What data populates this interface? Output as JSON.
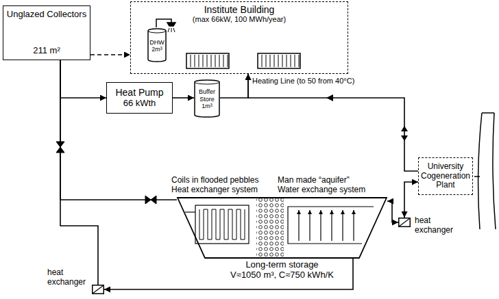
{
  "diagram": {
    "nodes": [
      {
        "text": [
          "Unglazed Collectors",
          "211 m²"
        ]
      },
      {
        "text": [
          "Institute Building",
          "(max 66kW, 100 MWh/year)"
        ]
      },
      {
        "text": [
          "DHW",
          "2m³"
        ],
        "in": 1
      },
      {
        "text": [
          "Heat Pump",
          "66 kWth"
        ]
      },
      {
        "text": [
          "Buffer Store",
          "1m³"
        ]
      },
      {
        "text": [
          "University Cogeneration Plant"
        ]
      },
      {
        "text": [
          "Long-term storage",
          "V≈1050 m³, C≈750 kWh/K"
        ]
      },
      {
        "text": [
          "heat exchanger"
        ]
      },
      {
        "text": [
          "heat exchanger"
        ]
      }
    ],
    "edges": [
      {
        "from": 0,
        "to": 3,
        "arrow": "to"
      },
      {
        "from": 0,
        "to": 1,
        "arrow": "to"
      },
      {
        "from": 3,
        "to": 4,
        "arrow": "to"
      },
      {
        "from": 4,
        "to": 1,
        "arrow": "to"
      },
      {
        "from": 5,
        "to": 1,
        "arrow": "to"
      },
      {
        "from": 6,
        "to": 8,
        "arrow": "both"
      },
      {
        "from": 8,
        "to": 5,
        "arrow": "both"
      },
      {
        "from": 6,
        "to": 7,
        "arrow": "to"
      },
      {
        "from": 7,
        "to": 0,
        "arrow": "none"
      },
      {
        "from": 6,
        "to": 0,
        "arrow": "none"
      }
    ],
    "labels": [
      "Coils in flooded pebbles Heat exchanger system",
      "Man made “aquifer” Water exchange system",
      "Heating Line (to 50 from 40°C)"
    ]
  }
}
